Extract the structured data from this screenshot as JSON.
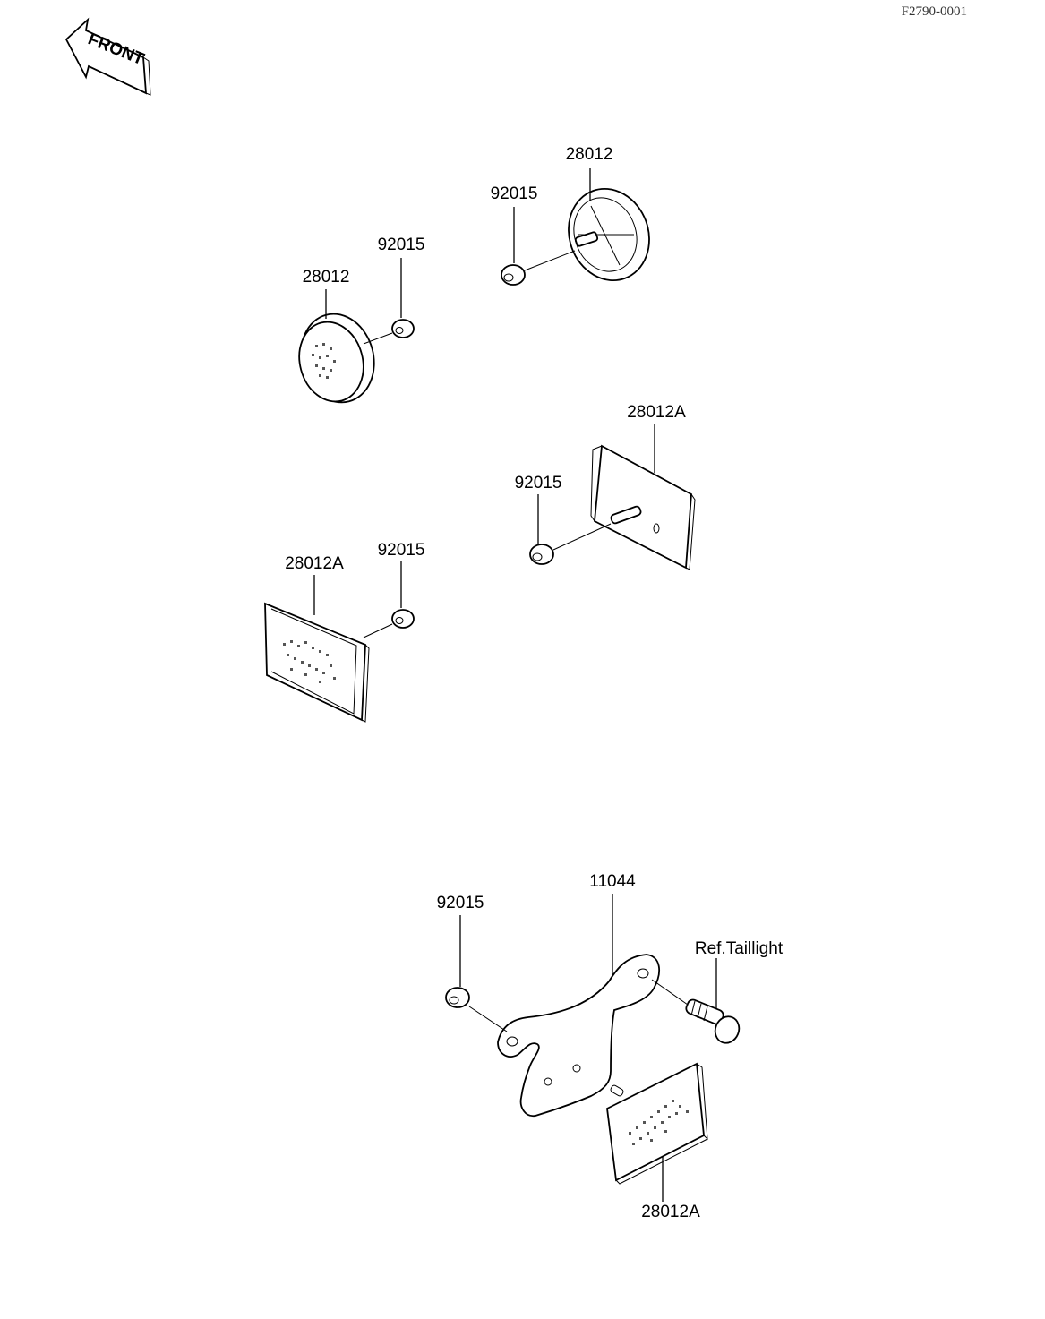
{
  "drawing_code": "F2790-0001",
  "orientation_label": "FRONT",
  "parts": {
    "side_round_reflector": "28012",
    "rear_round_reflector": "28012",
    "nut_a": "92015",
    "nut_b": "92015",
    "nut_c": "92015",
    "nut_d": "92015",
    "nut_e": "92015",
    "rect_reflector_rear_right": "28012A",
    "rect_reflector_left": "28012A",
    "rect_reflector_lower": "28012A",
    "bracket": "11044",
    "taillight_ref": "Ref.Taillight"
  },
  "colors": {
    "ink": "#000000",
    "paper": "#ffffff"
  }
}
